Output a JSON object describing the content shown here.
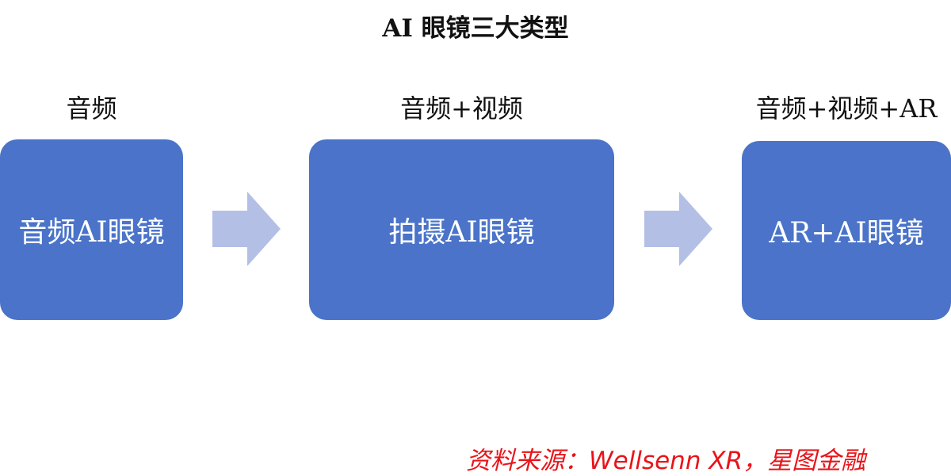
{
  "title": "AI 眼镜三大类型",
  "colors": {
    "box": "#4a73c9",
    "arrow": "#b3bfe5",
    "source": "#e8141a"
  },
  "stages": [
    {
      "label": "音频",
      "box": "音频AI眼镜"
    },
    {
      "label": "音频+视频",
      "box": "拍摄AI眼镜"
    },
    {
      "label": "音频+视频+AR",
      "box": "AR+AI眼镜"
    }
  ],
  "arrows": [
    "arrow-right-icon",
    "arrow-right-icon"
  ],
  "source": "资料来源：Wellsenn XR，星图金融"
}
